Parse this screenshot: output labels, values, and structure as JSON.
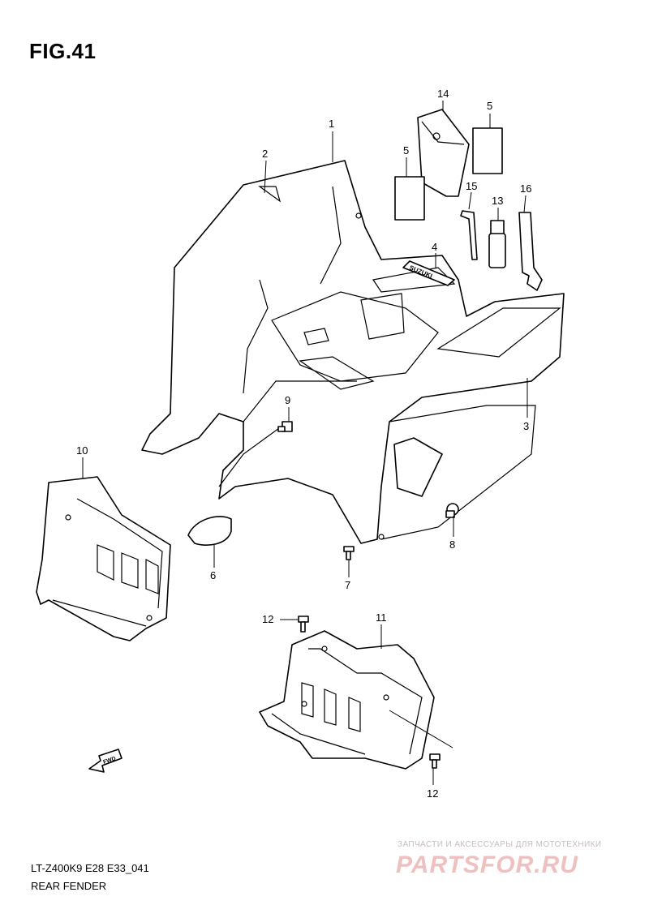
{
  "figure": {
    "title": "FIG.41",
    "code": "LT-Z400K9 E28 E33_041",
    "name": "REAR FENDER"
  },
  "callouts": [
    "1",
    "2",
    "3",
    "4",
    "5",
    "5",
    "6",
    "7",
    "8",
    "9",
    "10",
    "11",
    "12",
    "12",
    "13",
    "14",
    "15",
    "16"
  ],
  "brand_text": "SUZUKI",
  "fwd_label": "FWD",
  "watermark": {
    "tagline": "ЗАПЧАСТИ И АКСЕССУАРЫ ДЛЯ МОТОТЕХНИКИ",
    "logo": "PARTSFOR.RU"
  }
}
